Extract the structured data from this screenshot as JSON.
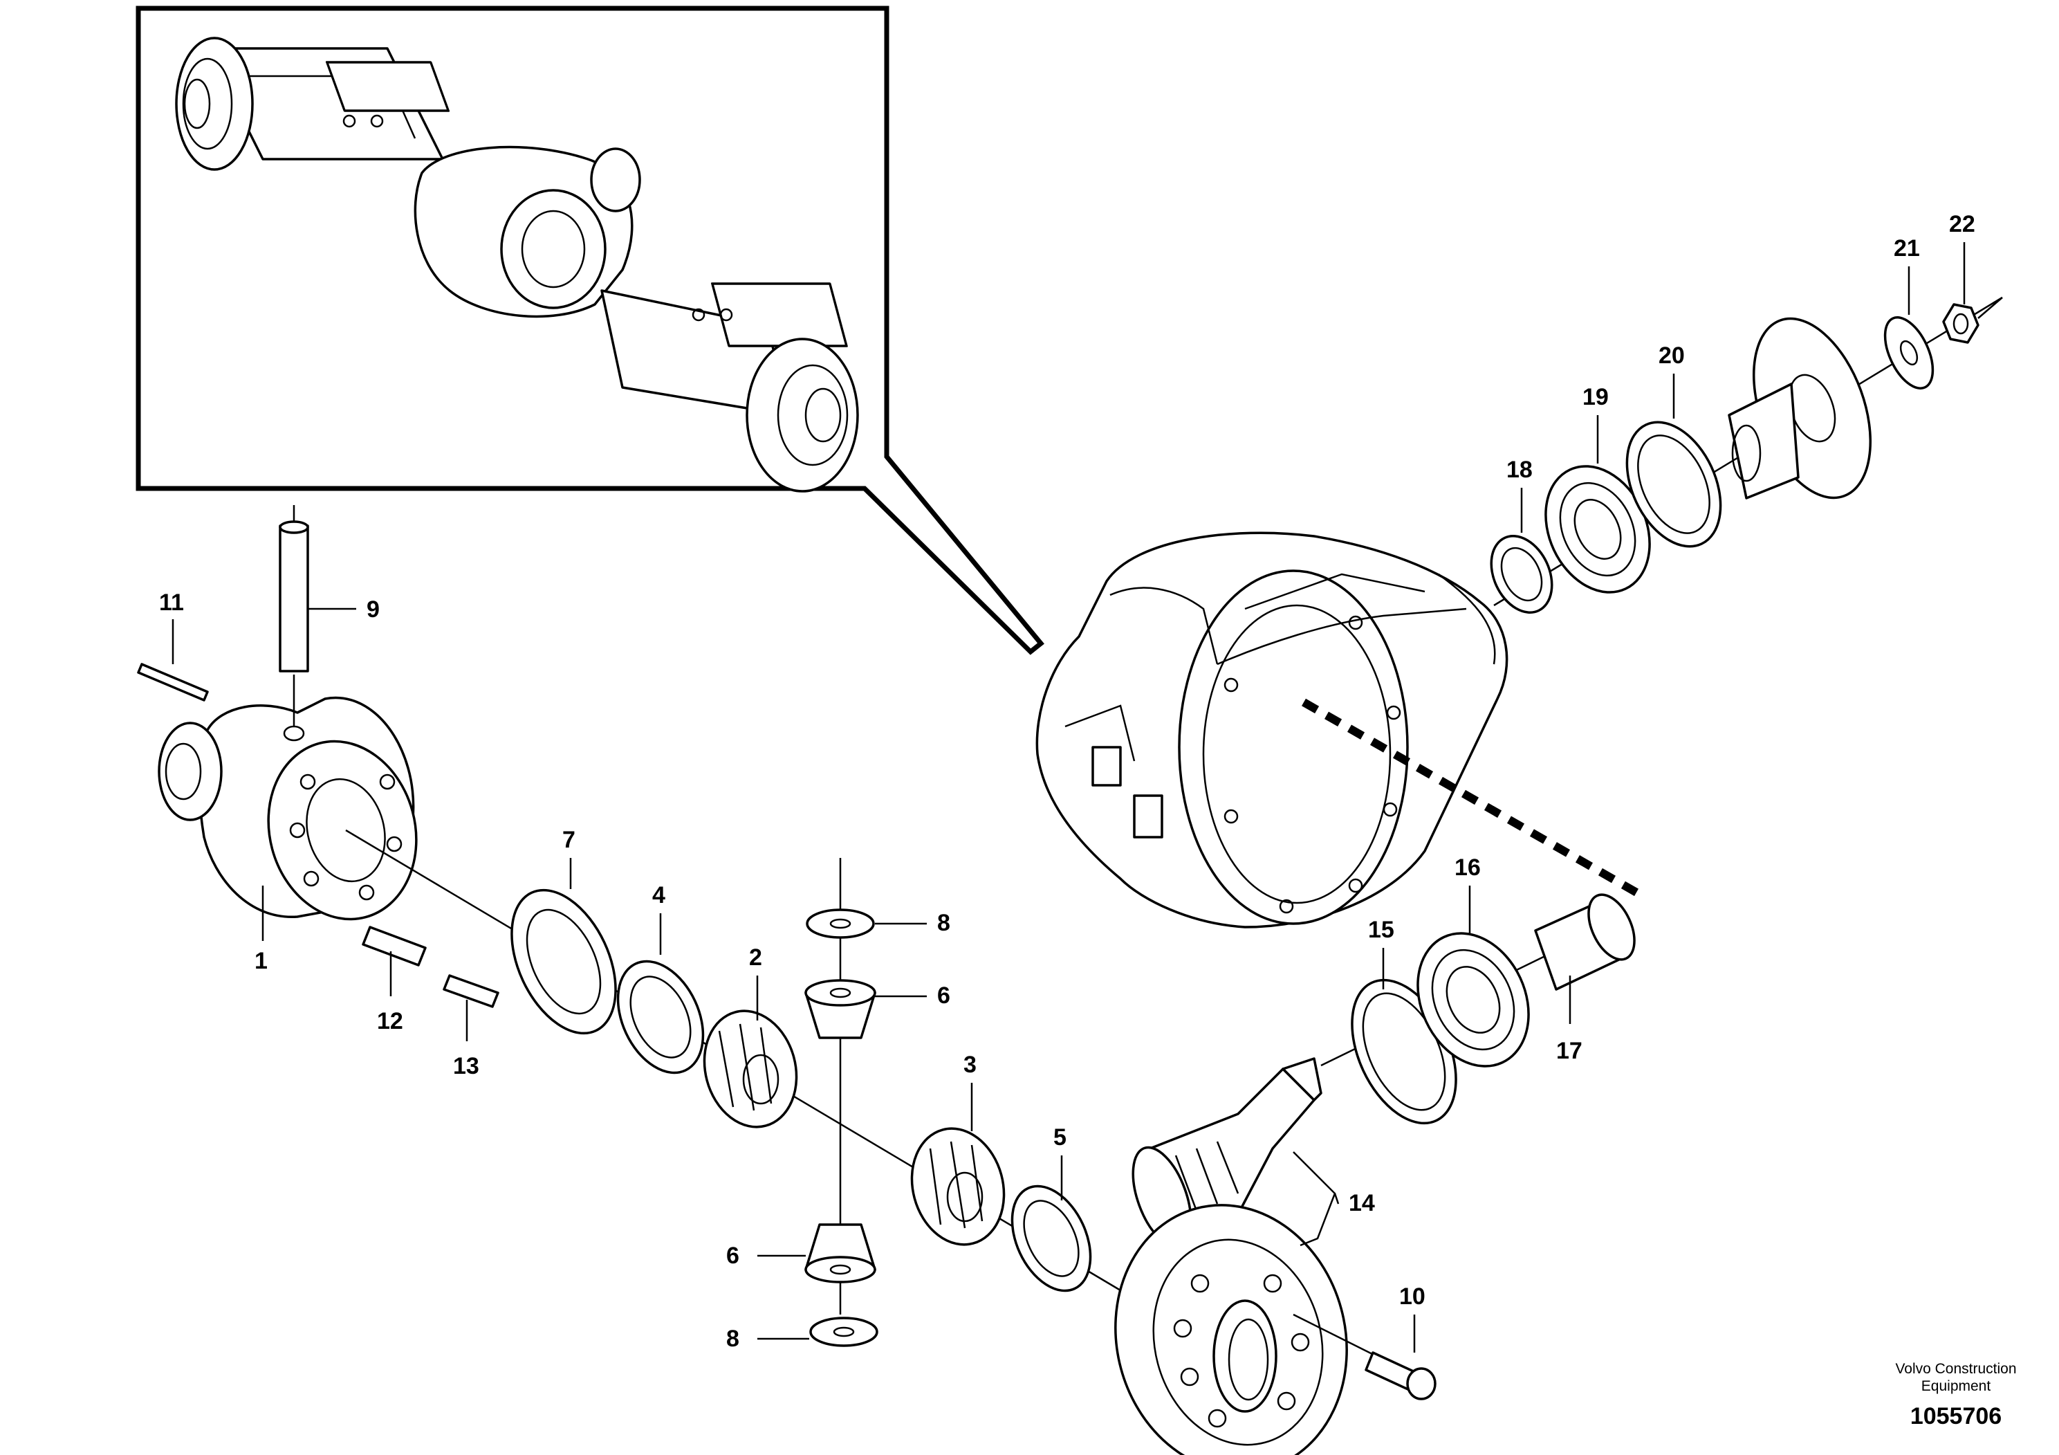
{
  "labels": {
    "p1": "1",
    "p2": "2",
    "p3": "3",
    "p4": "4",
    "p5": "5",
    "p6a": "6",
    "p6b": "6",
    "p7": "7",
    "p8a": "8",
    "p8b": "8",
    "p9": "9",
    "p10": "10",
    "p11": "11",
    "p12": "12",
    "p13": "13",
    "p14": "14",
    "p15": "15",
    "p16": "16",
    "p17": "17",
    "p18": "18",
    "p19": "19",
    "p20": "20",
    "p21": "21",
    "p22": "22"
  },
  "credit": {
    "line1": "Volvo Construction",
    "line2": "Equipment"
  },
  "drawing_number": "1055706"
}
